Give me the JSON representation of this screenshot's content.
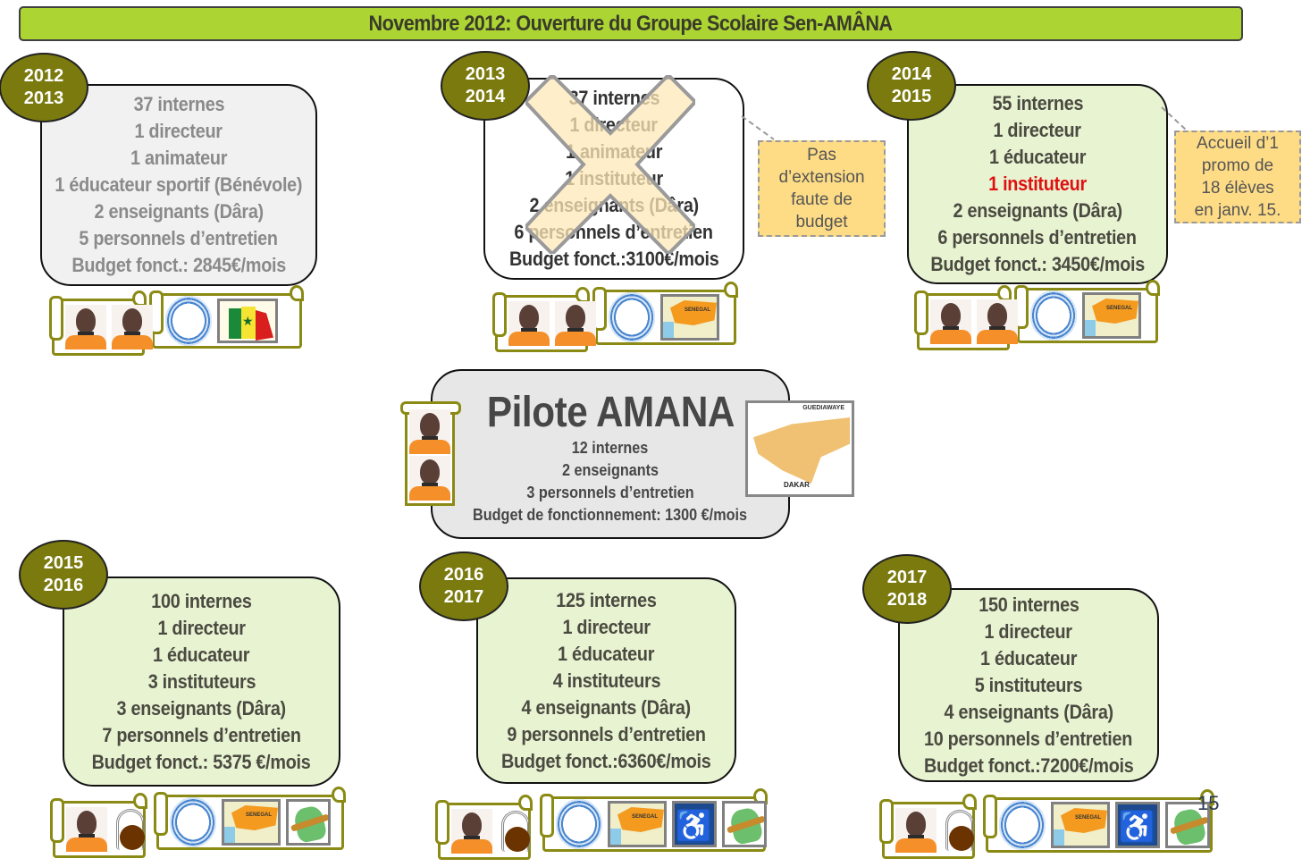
{
  "title": "Novembre 2012: Ouverture du Groupe Scolaire Sen-AMÂNA",
  "periods": [
    {
      "year_start": "2012",
      "year_end": "2013",
      "style": "grey",
      "lines": [
        "37 internes",
        "1 directeur",
        "1 animateur",
        "1 éducateur sportif (Bénévole)",
        "2 enseignants (Dâra)",
        "5 personnels d’entretien",
        "Budget fonct.: 2845€/mois"
      ],
      "icons_left": [
        "child-photo-icon",
        "child-photo-icon"
      ],
      "icons_right": [
        "ring-logo-icon",
        "senegal-flag-map-icon"
      ]
    },
    {
      "year_start": "2013",
      "year_end": "2014",
      "style": "white",
      "crossed_out": true,
      "lines": [
        "37 internes",
        "1 directeur",
        "1 animateur",
        "1 instituteur",
        "2 enseignants (Dâra)",
        "6 personnels d’entretien",
        "Budget fonct.:3100€/mois"
      ],
      "note": [
        "Pas",
        "d’extension",
        "faute de",
        "budget"
      ],
      "icons_left": [
        "child-photo-icon",
        "child-photo-icon"
      ],
      "icons_right": [
        "ring-logo-icon",
        "senegal-map-icon"
      ]
    },
    {
      "year_start": "2014",
      "year_end": "2015",
      "style": "green",
      "lines": [
        "55 internes",
        "1 directeur",
        "1 éducateur",
        "1 instituteur",
        "2 enseignants (Dâra)",
        "6 personnels d’entretien",
        "Budget fonct.: 3450€/mois"
      ],
      "highlight_line": 3,
      "highlight_color": "#e01010",
      "note": [
        "Accueil d’1",
        "promo de",
        "18 élèves",
        "en janv. 15."
      ],
      "icons_left": [
        "child-photo-icon",
        "child-photo-icon"
      ],
      "icons_right": [
        "ring-logo-icon",
        "senegal-map-icon"
      ]
    },
    {
      "year_start": "2015",
      "year_end": "2016",
      "style": "green",
      "lines": [
        "100 internes",
        "1 directeur",
        "1 éducateur",
        "3 instituteurs",
        "3 enseignants (Dâra)",
        "7 personnels d’entretien",
        "Budget fonct.: 5375 €/mois"
      ],
      "icons_left": [
        "child-photo-icon",
        "veiled-girl-icon"
      ],
      "icons_right": [
        "ring-logo-icon",
        "senegal-map-icon",
        "tied-money-icon"
      ]
    },
    {
      "year_start": "2016",
      "year_end": "2017",
      "style": "green",
      "lines": [
        "125 internes",
        "1 directeur",
        "1 éducateur",
        "4 instituteurs",
        "4 enseignants (Dâra)",
        "9 personnels d’entretien",
        "Budget fonct.:6360€/mois"
      ],
      "icons_left": [
        "child-photo-icon",
        "veiled-girl-icon"
      ],
      "icons_right": [
        "ring-logo-icon",
        "senegal-map-icon",
        "wheelchair-icon",
        "tied-money-icon"
      ]
    },
    {
      "year_start": "2017",
      "year_end": "2018",
      "style": "green",
      "lines": [
        "150 internes",
        "1 directeur",
        "1 éducateur",
        "5 instituteurs",
        "4 enseignants (Dâra)",
        "10 personnels d’entretien",
        "Budget fonct.:7200€/mois"
      ],
      "icons_left": [
        "child-photo-icon",
        "veiled-girl-icon"
      ],
      "icons_right": [
        "ring-logo-icon",
        "senegal-map-icon",
        "wheelchair-icon",
        "tied-money-icon"
      ]
    }
  ],
  "pilot": {
    "title": "Pilote AMANA",
    "lines": [
      "12 internes",
      "2 enseignants",
      "3 personnels d’entretien",
      "Budget de fonctionnement: 1300 €/mois"
    ],
    "map_labels": [
      "GUEDIAWAYE",
      "DAKAR"
    ]
  },
  "senegal_map_label": "SENEGAL",
  "page_number": "15",
  "colors": {
    "title_bar": "#acd534",
    "badge": "#7a7a0e",
    "card_green": "#e8f3d2",
    "card_grey": "#f1f1f1",
    "note": "#fedc86",
    "scroll_border": "#8a8a14",
    "highlight_red": "#e01010"
  }
}
